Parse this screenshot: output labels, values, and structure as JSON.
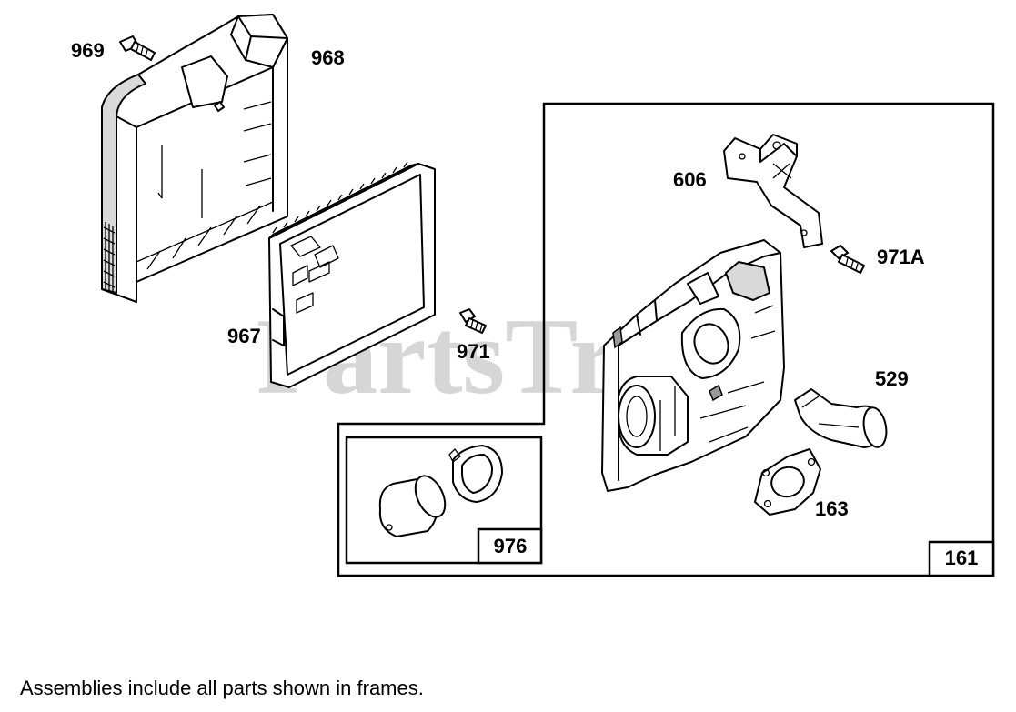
{
  "watermark": "PartsTree",
  "footnote": "Assemblies include all parts shown in frames.",
  "assemblies": [
    {
      "id": "frame-161",
      "label": "161"
    },
    {
      "id": "frame-976",
      "label": "976"
    }
  ],
  "parts": [
    {
      "id": "969",
      "label": "969"
    },
    {
      "id": "968",
      "label": "968"
    },
    {
      "id": "967",
      "label": "967"
    },
    {
      "id": "971",
      "label": "971"
    },
    {
      "id": "606",
      "label": "606"
    },
    {
      "id": "971A",
      "label": "971A"
    },
    {
      "id": "529",
      "label": "529"
    },
    {
      "id": "163",
      "label": "163"
    }
  ]
}
